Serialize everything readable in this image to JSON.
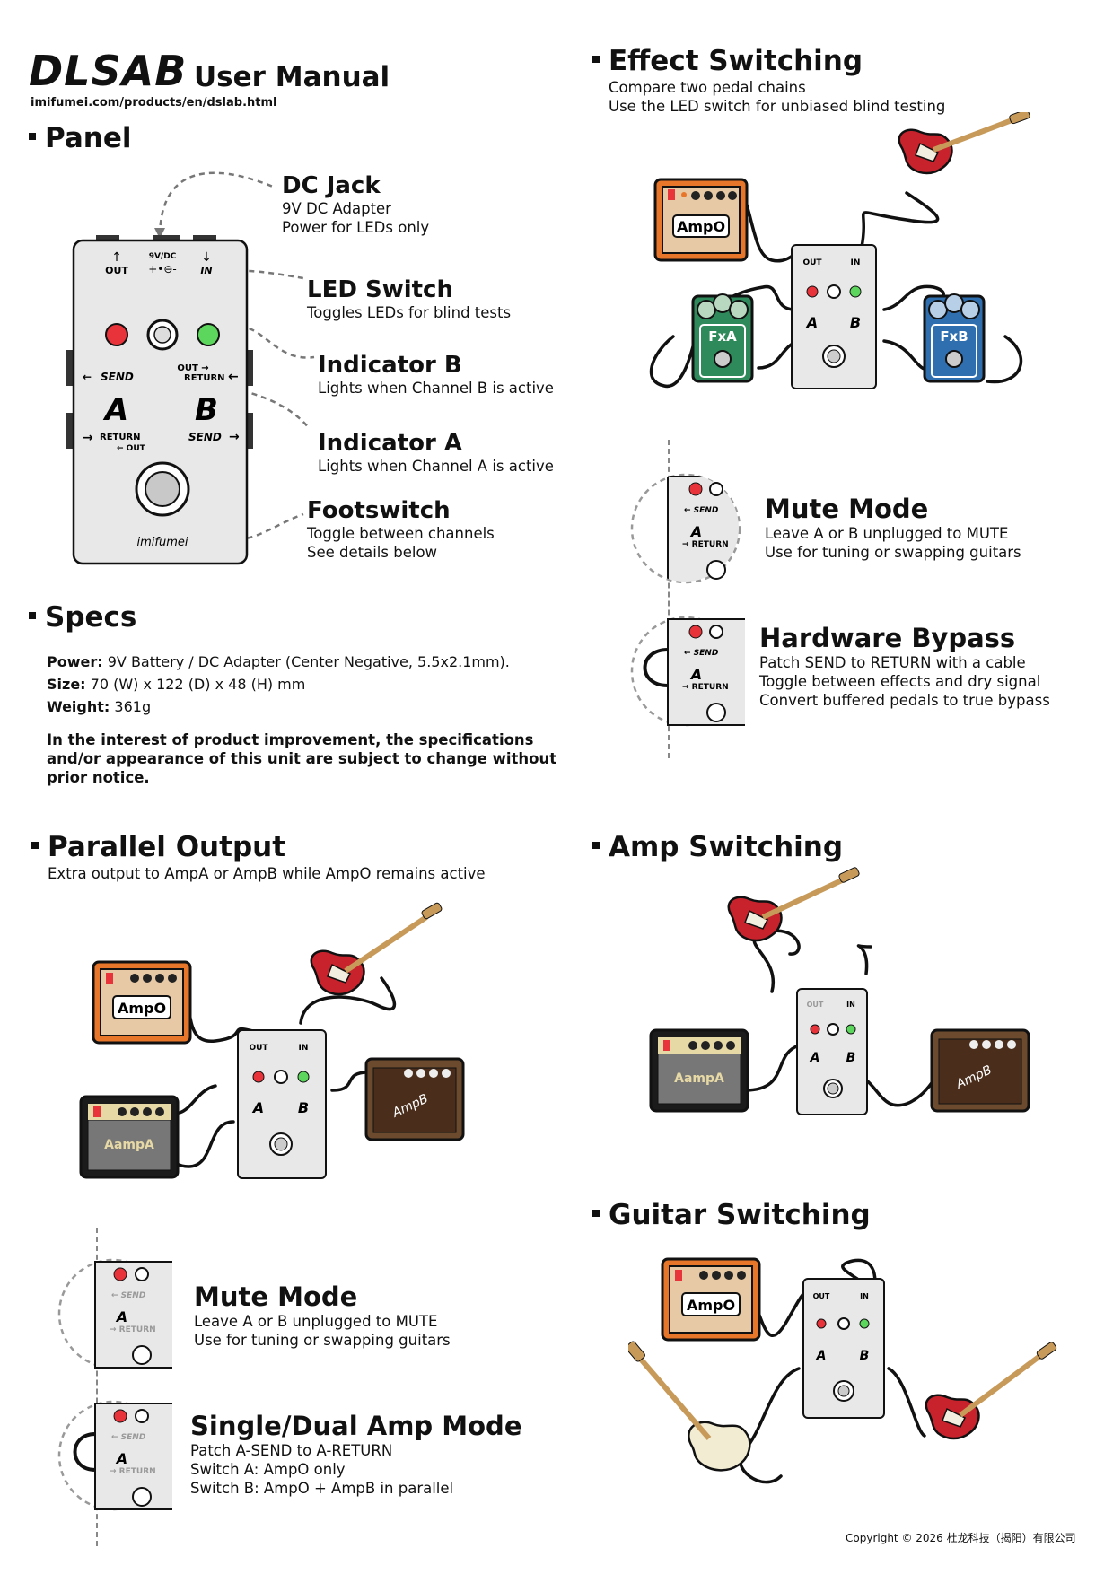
{
  "header": {
    "logo": "DLSAB",
    "title": "User Manual",
    "url": "imifumei.com/products/en/dslab.html"
  },
  "panel": {
    "title": "Panel",
    "callouts": {
      "dc_jack": {
        "title": "DC Jack",
        "lines": [
          "9V DC Adapter",
          "Power for LEDs only"
        ]
      },
      "led_switch": {
        "title": "LED Switch",
        "lines": [
          "Toggles LEDs for blind tests"
        ]
      },
      "indicator_b": {
        "title": "Indicator B",
        "lines": [
          "Lights when Channel B is active"
        ]
      },
      "indicator_a": {
        "title": "Indicator A",
        "lines": [
          "Lights when Channel A is active"
        ]
      },
      "footswitch": {
        "title": "Footswitch",
        "lines": [
          "Toggle between channels",
          "See details below"
        ]
      }
    },
    "pedal_labels": {
      "out": "OUT",
      "in": "IN",
      "dc": "9V/DC",
      "send": "SEND",
      "return": "RETURN",
      "out_small": "OUT",
      "a": "A",
      "b": "B",
      "brand": "imifumei"
    }
  },
  "specs": {
    "title": "Specs",
    "rows": [
      {
        "label": "Power:",
        "value": "9V Battery / DC Adapter (Center Negative, 5.5x2.1mm)."
      },
      {
        "label": "Size:",
        "value": "70 (W) x 122 (D) x 48 (H) mm"
      },
      {
        "label": "Weight:",
        "value": "361g"
      }
    ],
    "notice": "In the interest of product improvement, the specifications and/or appearance of this unit are subject to change without prior notice."
  },
  "effect_switching": {
    "title": "Effect Switching",
    "lines": [
      "Compare two pedal chains",
      "Use the LED switch for unbiased blind testing"
    ],
    "labels": {
      "amp": "AmpO",
      "fxa": "FxA",
      "fxb": "FxB"
    },
    "mute_mode": {
      "title": "Mute Mode",
      "lines": [
        "Leave A or B unplugged to MUTE",
        "Use for tuning or swapping guitars"
      ]
    },
    "hardware_bypass": {
      "title": "Hardware Bypass",
      "lines": [
        "Patch SEND to RETURN with a cable",
        "Toggle between effects and dry signal",
        "Convert buffered pedals to true bypass"
      ]
    }
  },
  "parallel_output": {
    "title": "Parallel Output",
    "lines": [
      "Extra output to AmpA or AmpB while AmpO remains active"
    ],
    "labels": {
      "ampo": "AmpO",
      "ampa": "AampA",
      "ampb": "AmpB"
    },
    "mute_mode": {
      "title": "Mute Mode",
      "lines": [
        "Leave A or B unplugged to MUTE",
        "Use for tuning or swapping guitars"
      ]
    },
    "single_dual": {
      "title": "Single/Dual Amp Mode",
      "lines": [
        "Patch A-SEND to A-RETURN",
        "Switch A: AmpO only",
        "Switch B: AmpO + AmpB in parallel"
      ]
    }
  },
  "amp_switching": {
    "title": "Amp Switching",
    "labels": {
      "ampa": "AampA",
      "ampb": "AmpB"
    }
  },
  "guitar_switching": {
    "title": "Guitar Switching",
    "labels": {
      "ampo": "AmpO"
    }
  },
  "footer": {
    "copyright": "Copyright © 2026 杜龙科技（揭阳）有限公司"
  },
  "colors": {
    "led_red": "#e8333a",
    "led_green": "#5cd65c",
    "amp_orange": "#e8762a",
    "amp_tan": "#e7c9a6",
    "amp_black": "#1b1b1b",
    "amp_brown": "#6b4a2e",
    "fx_green": "#2e8a5a",
    "fx_blue": "#2f6fb0",
    "guitar_red": "#c8232c",
    "pedal_body": "#e8e8e8"
  }
}
